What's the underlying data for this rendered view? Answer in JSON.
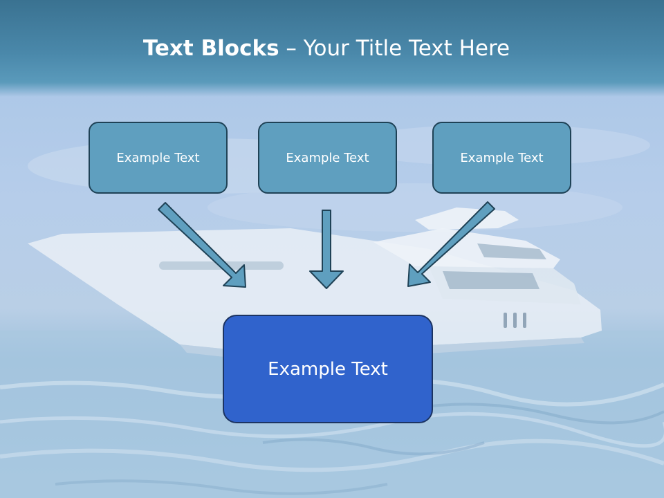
{
  "slide": {
    "title_bold": "Text Blocks",
    "title_rest": " – Your Title Text Here",
    "blocks": [
      {
        "label": "Example Text"
      },
      {
        "label": "Example Text"
      },
      {
        "label": "Example Text"
      }
    ],
    "target": {
      "label": "Example Text"
    }
  },
  "colors": {
    "title_band": "#4a88aa",
    "block_fill": "#5f9fbf",
    "block_border": "#1f4256",
    "target_fill": "#3063cc",
    "arrow_fill": "#5f9fbf"
  },
  "background": {
    "icon": "yacht-on-sea-image"
  }
}
